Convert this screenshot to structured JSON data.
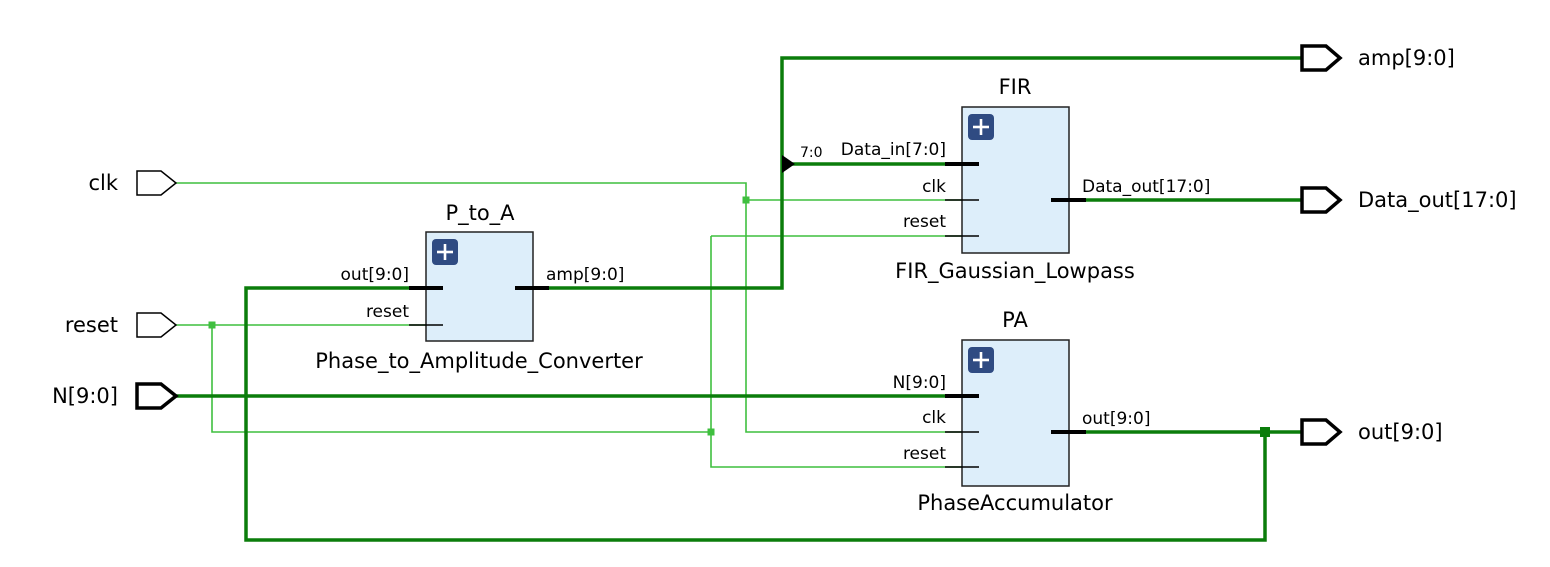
{
  "ports": {
    "clk": "clk",
    "reset": "reset",
    "n": "N[9:0]",
    "amp": "amp[9:0]",
    "data_out": "Data_out[17:0]",
    "out": "out[9:0]"
  },
  "cells": {
    "p_to_a": {
      "instance": "P_to_A",
      "module": "Phase_to_Amplitude_Converter",
      "pins": {
        "out": "out[9:0]",
        "reset": "reset",
        "amp": "amp[9:0]"
      }
    },
    "fir": {
      "instance": "FIR",
      "module": "FIR_Gaussian_Lowpass",
      "pins": {
        "data_in": "Data_in[7:0]",
        "clk": "clk",
        "reset": "reset",
        "data_out": "Data_out[17:0]"
      }
    },
    "pa": {
      "instance": "PA",
      "module": "PhaseAccumulator",
      "pins": {
        "n": "N[9:0]",
        "clk": "clk",
        "reset": "reset",
        "out": "out[9:0]"
      }
    }
  },
  "bus_slice": "7:0",
  "colors": {
    "bus": "#0b7d0b",
    "wire": "#3fbf3f",
    "cell_fill": "#ddeefa",
    "expand_button": "#2f4b82"
  }
}
